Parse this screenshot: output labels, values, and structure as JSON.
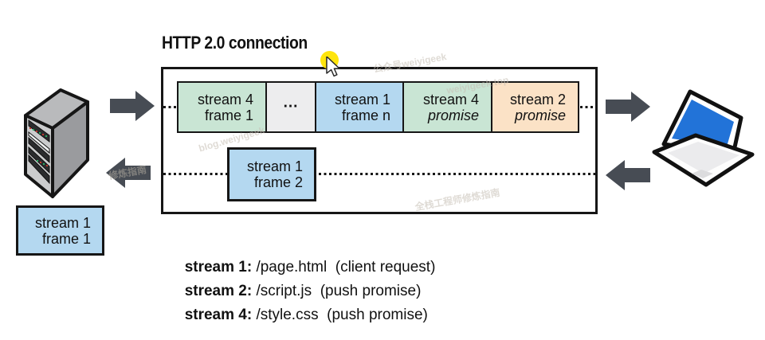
{
  "title": "HTTP 2.0 connection",
  "connection": {
    "cells": [
      {
        "line1": "stream 4",
        "line2": "frame 1",
        "bg": "#c9e5d4"
      },
      {
        "line1": "...",
        "line2": "",
        "bg": "#ededee"
      },
      {
        "line1": "stream 1",
        "line2": "frame n",
        "bg": "#b4d8f0"
      },
      {
        "line1": "stream 4",
        "line2": "promise",
        "bg": "#c9e5d4"
      },
      {
        "line1": "stream 2",
        "line2": "promise",
        "bg": "#fbe2c6"
      }
    ],
    "response_box": {
      "line1": "stream 1",
      "line2": "frame 2",
      "bg": "#b4d8f0"
    }
  },
  "server_pending_box": {
    "line1": "stream 1",
    "line2": "frame 1",
    "bg": "#b4d8f0"
  },
  "legend": [
    {
      "label": "stream 1:",
      "desc": " /page.html  (client request)"
    },
    {
      "label": "stream 2:",
      "desc": " /script.js  (push promise)"
    },
    {
      "label": "stream 4:",
      "desc": " /style.css  (push promise)"
    }
  ],
  "icons": {
    "server": "server-tower-icon",
    "laptop": "laptop-icon",
    "arrow_right": "block-arrow-right",
    "arrow_left": "block-arrow-left",
    "cursor": "mouse-pointer-icon",
    "highlight": "yellow-click-highlight"
  },
  "colors": {
    "frame_green": "#c9e5d4",
    "frame_blue": "#b4d8f0",
    "promise_peach": "#fbe2c6",
    "ellipsis_gray": "#ededee",
    "outline_black": "#161616",
    "arrow_gray": "#474c54",
    "laptop_screen_blue": "#2273d8",
    "highlight_yellow": "#ffe400"
  },
  "watermarks": [
    "blog.weiyigeek",
    "公众号weiyigeek",
    "修炼指南",
    "全栈工程师修炼指南",
    "weiyigeek.top"
  ]
}
